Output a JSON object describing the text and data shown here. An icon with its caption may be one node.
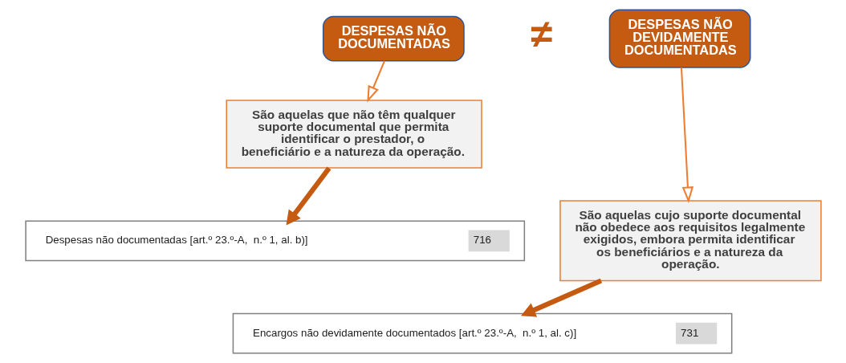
{
  "diagram": {
    "nodes": [
      {
        "text": [
          "DESPESAS NÃO DOCUMENTADAS"
        ]
      },
      {
        "text": [
          "DESPESAS NÃO DEVIDAMENTE DOCUMENTADAS"
        ]
      },
      {
        "text": [
          "São aquelas que não têm qualquer suporte documental que permita identificar o prestador, o beneficiário e a natureza da operação."
        ]
      },
      {
        "text": [
          "São aquelas cujo suporte documental não obedece aos requisitos legalmente exigidos, embora permita identificar os beneficiários e a natureza da operação."
        ]
      },
      {
        "text": [
          "Despesas não documentadas [art.º 23.º-A,  n.º 1, al. b)]",
          "716"
        ]
      },
      {
        "text": [
          "Encargos não devidamente documentados [art.º 23.º-A,  n.º 1, al. c)]",
          "731"
        ]
      }
    ],
    "edges": [
      {
        "from": 0,
        "to": 2,
        "arrow": "to"
      },
      {
        "from": 1,
        "to": 3,
        "arrow": "to"
      },
      {
        "from": 2,
        "to": 4,
        "arrow": "to",
        "style": "thick",
        "color": "#c55a11"
      },
      {
        "from": 3,
        "to": 5,
        "arrow": "to",
        "style": "thick",
        "color": "#c55a11"
      }
    ],
    "labels": [
      "≠"
    ]
  }
}
